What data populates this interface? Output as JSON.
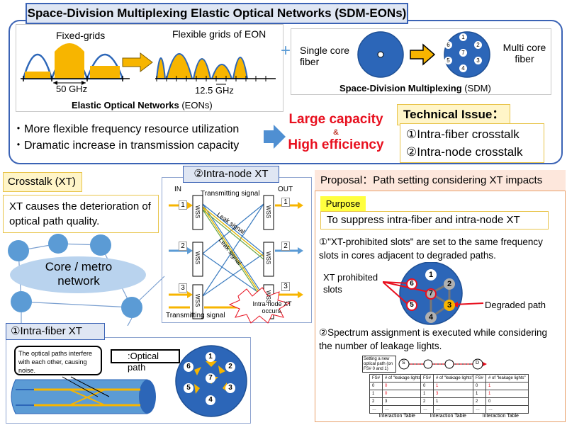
{
  "title": "Space-Division Multiplexing Elastic Optical Networks (SDM-EONs)",
  "eon": {
    "fixed_grids": "Fixed-grids",
    "flexible_grids": "Flexible grids of EON",
    "ghz50": "50 GHz",
    "ghz125": "12.5 GHz",
    "caption_bold": "Elastic Optical Networks",
    "caption_tail": " (EONs)"
  },
  "sdm": {
    "single_core": "Single core\nfiber",
    "multi_core": "Multi core\nfiber",
    "caption_bold": "Space-Division Multiplexing",
    "caption_tail": " (SDM)",
    "core_numbers": [
      "1",
      "2",
      "3",
      "4",
      "5",
      "6",
      "7"
    ]
  },
  "benefits": [
    "・More flexible frequency resource utilization",
    "・Dramatic increase in transmission capacity"
  ],
  "result": {
    "line1": "Large capacity",
    "amp": "&",
    "line2": "High efficiency"
  },
  "issue": {
    "title": "Technical Issue：",
    "items": [
      "①Intra-fiber crosstalk",
      "②Intra-node crosstalk"
    ]
  },
  "crosstalk": {
    "title": "Crosstalk (XT)",
    "desc": "XT causes the deterioration of optical path quality.",
    "network": "Core / metro\nnetwork"
  },
  "intranode": {
    "title": "②Intra-node XT",
    "in": "IN",
    "out": "OUT",
    "transmitting_top": "Transmitting signal",
    "transmitting_bottom": "Transmitting signal",
    "leak1": "Leak signal",
    "leak2": "Leak signal",
    "wss": "WSS",
    "ports": [
      "1",
      "2",
      "3"
    ],
    "burst": "Intra-node XT\noccurs."
  },
  "intrafiber": {
    "title": "①Intra-fiber XT",
    "noise": "The optical paths interfere with each other, causing noise.",
    "optical_path": ":Optical path"
  },
  "proposal": {
    "title": "Proposal：Path setting considering XT impacts",
    "purpose_tag": "Purpose",
    "purpose": "To suppress intra-fiber and intra-node XT",
    "step1": "①\"XT-prohibited slots\" are set to the same frequency slots in cores adjacent to degraded paths.",
    "xt_prohibited": "XT prohibited\nslots",
    "degraded": "Degraded path",
    "step2": "②Spectrum assignment is executed while considering the number of leakage lights.",
    "setting": "Setting a new optical path (on FS# 0 and 1)",
    "node_s": "S",
    "node_d": "D",
    "table_caption": "Interaction Table",
    "col_fs": "FS#",
    "col_leak": "# of \"leakage lights\"",
    "tables": [
      [
        [
          "0",
          "0"
        ],
        [
          "1",
          "0"
        ],
        [
          "2",
          "3"
        ],
        [
          "…",
          "…"
        ]
      ],
      [
        [
          "0",
          "1"
        ],
        [
          "1",
          "3"
        ],
        [
          "2",
          "1"
        ],
        [
          "…",
          "…"
        ]
      ],
      [
        [
          "0",
          "1"
        ],
        [
          "1",
          "1"
        ],
        [
          "2",
          "0"
        ],
        [
          "…",
          "…"
        ]
      ]
    ]
  },
  "colors": {
    "blue": "#3b63b5",
    "core_blue": "#2c66b8",
    "orange": "#f7b500",
    "red": "#e8101f",
    "light_blue": "#5b9bd5"
  }
}
